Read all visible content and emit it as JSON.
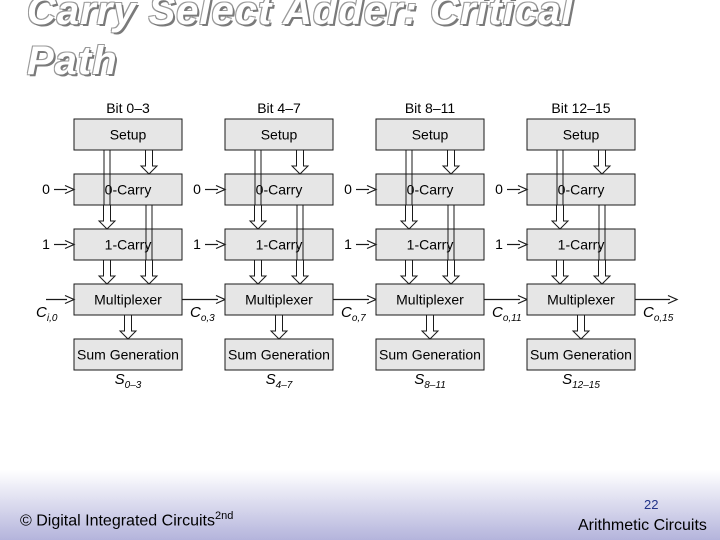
{
  "title": "Carry Select Adder: Critical Path",
  "title_lines": [
    "Carry Select Adder: Critical",
    "Path"
  ],
  "blocks": [
    {
      "bit_label": "Bit 0–3",
      "setup": "Setup",
      "carry0": "0-Carry",
      "carry1": "1-Carry",
      "mux": "Multiplexer",
      "sum": "Sum Generation",
      "sum_sym": "S",
      "sum_sub": "0–3",
      "in0": "0",
      "in1": "1",
      "cin_sym": "C",
      "cin_sub": "i,0",
      "cout_sym": "C",
      "cout_sub": "o,3"
    },
    {
      "bit_label": "Bit 4–7",
      "setup": "Setup",
      "carry0": "0-Carry",
      "carry1": "1-Carry",
      "mux": "Multiplexer",
      "sum": "Sum Generation",
      "sum_sym": "S",
      "sum_sub": "4–7",
      "in0": "0",
      "in1": "1",
      "cout_sym": "C",
      "cout_sub": "o,7"
    },
    {
      "bit_label": "Bit 8–11",
      "setup": "Setup",
      "carry0": "0-Carry",
      "carry1": "1-Carry",
      "mux": "Multiplexer",
      "sum": "Sum Generation",
      "sum_sym": "S",
      "sum_sub": "8–11",
      "in0": "0",
      "in1": "1",
      "cout_sym": "C",
      "cout_sub": "o,11"
    },
    {
      "bit_label": "Bit 12–15",
      "setup": "Setup",
      "carry0": "0-Carry",
      "carry1": "1-Carry",
      "mux": "Multiplexer",
      "sum": "Sum Generation",
      "sum_sym": "S",
      "sum_sub": "12–15",
      "in0": "0",
      "in1": "1",
      "cout_sym": "C",
      "cout_sub": "o,15"
    }
  ],
  "footer": {
    "left_text": "© Digital Integrated Circuits",
    "left_sup": "2nd",
    "page_number": "22",
    "right_text": "Arithmetic Circuits"
  },
  "colors": {
    "box_fill": "#e6e6e6",
    "stroke": "#1a1a1a",
    "footer_gradient": "#b4b4dc",
    "page_number": "#223388"
  }
}
